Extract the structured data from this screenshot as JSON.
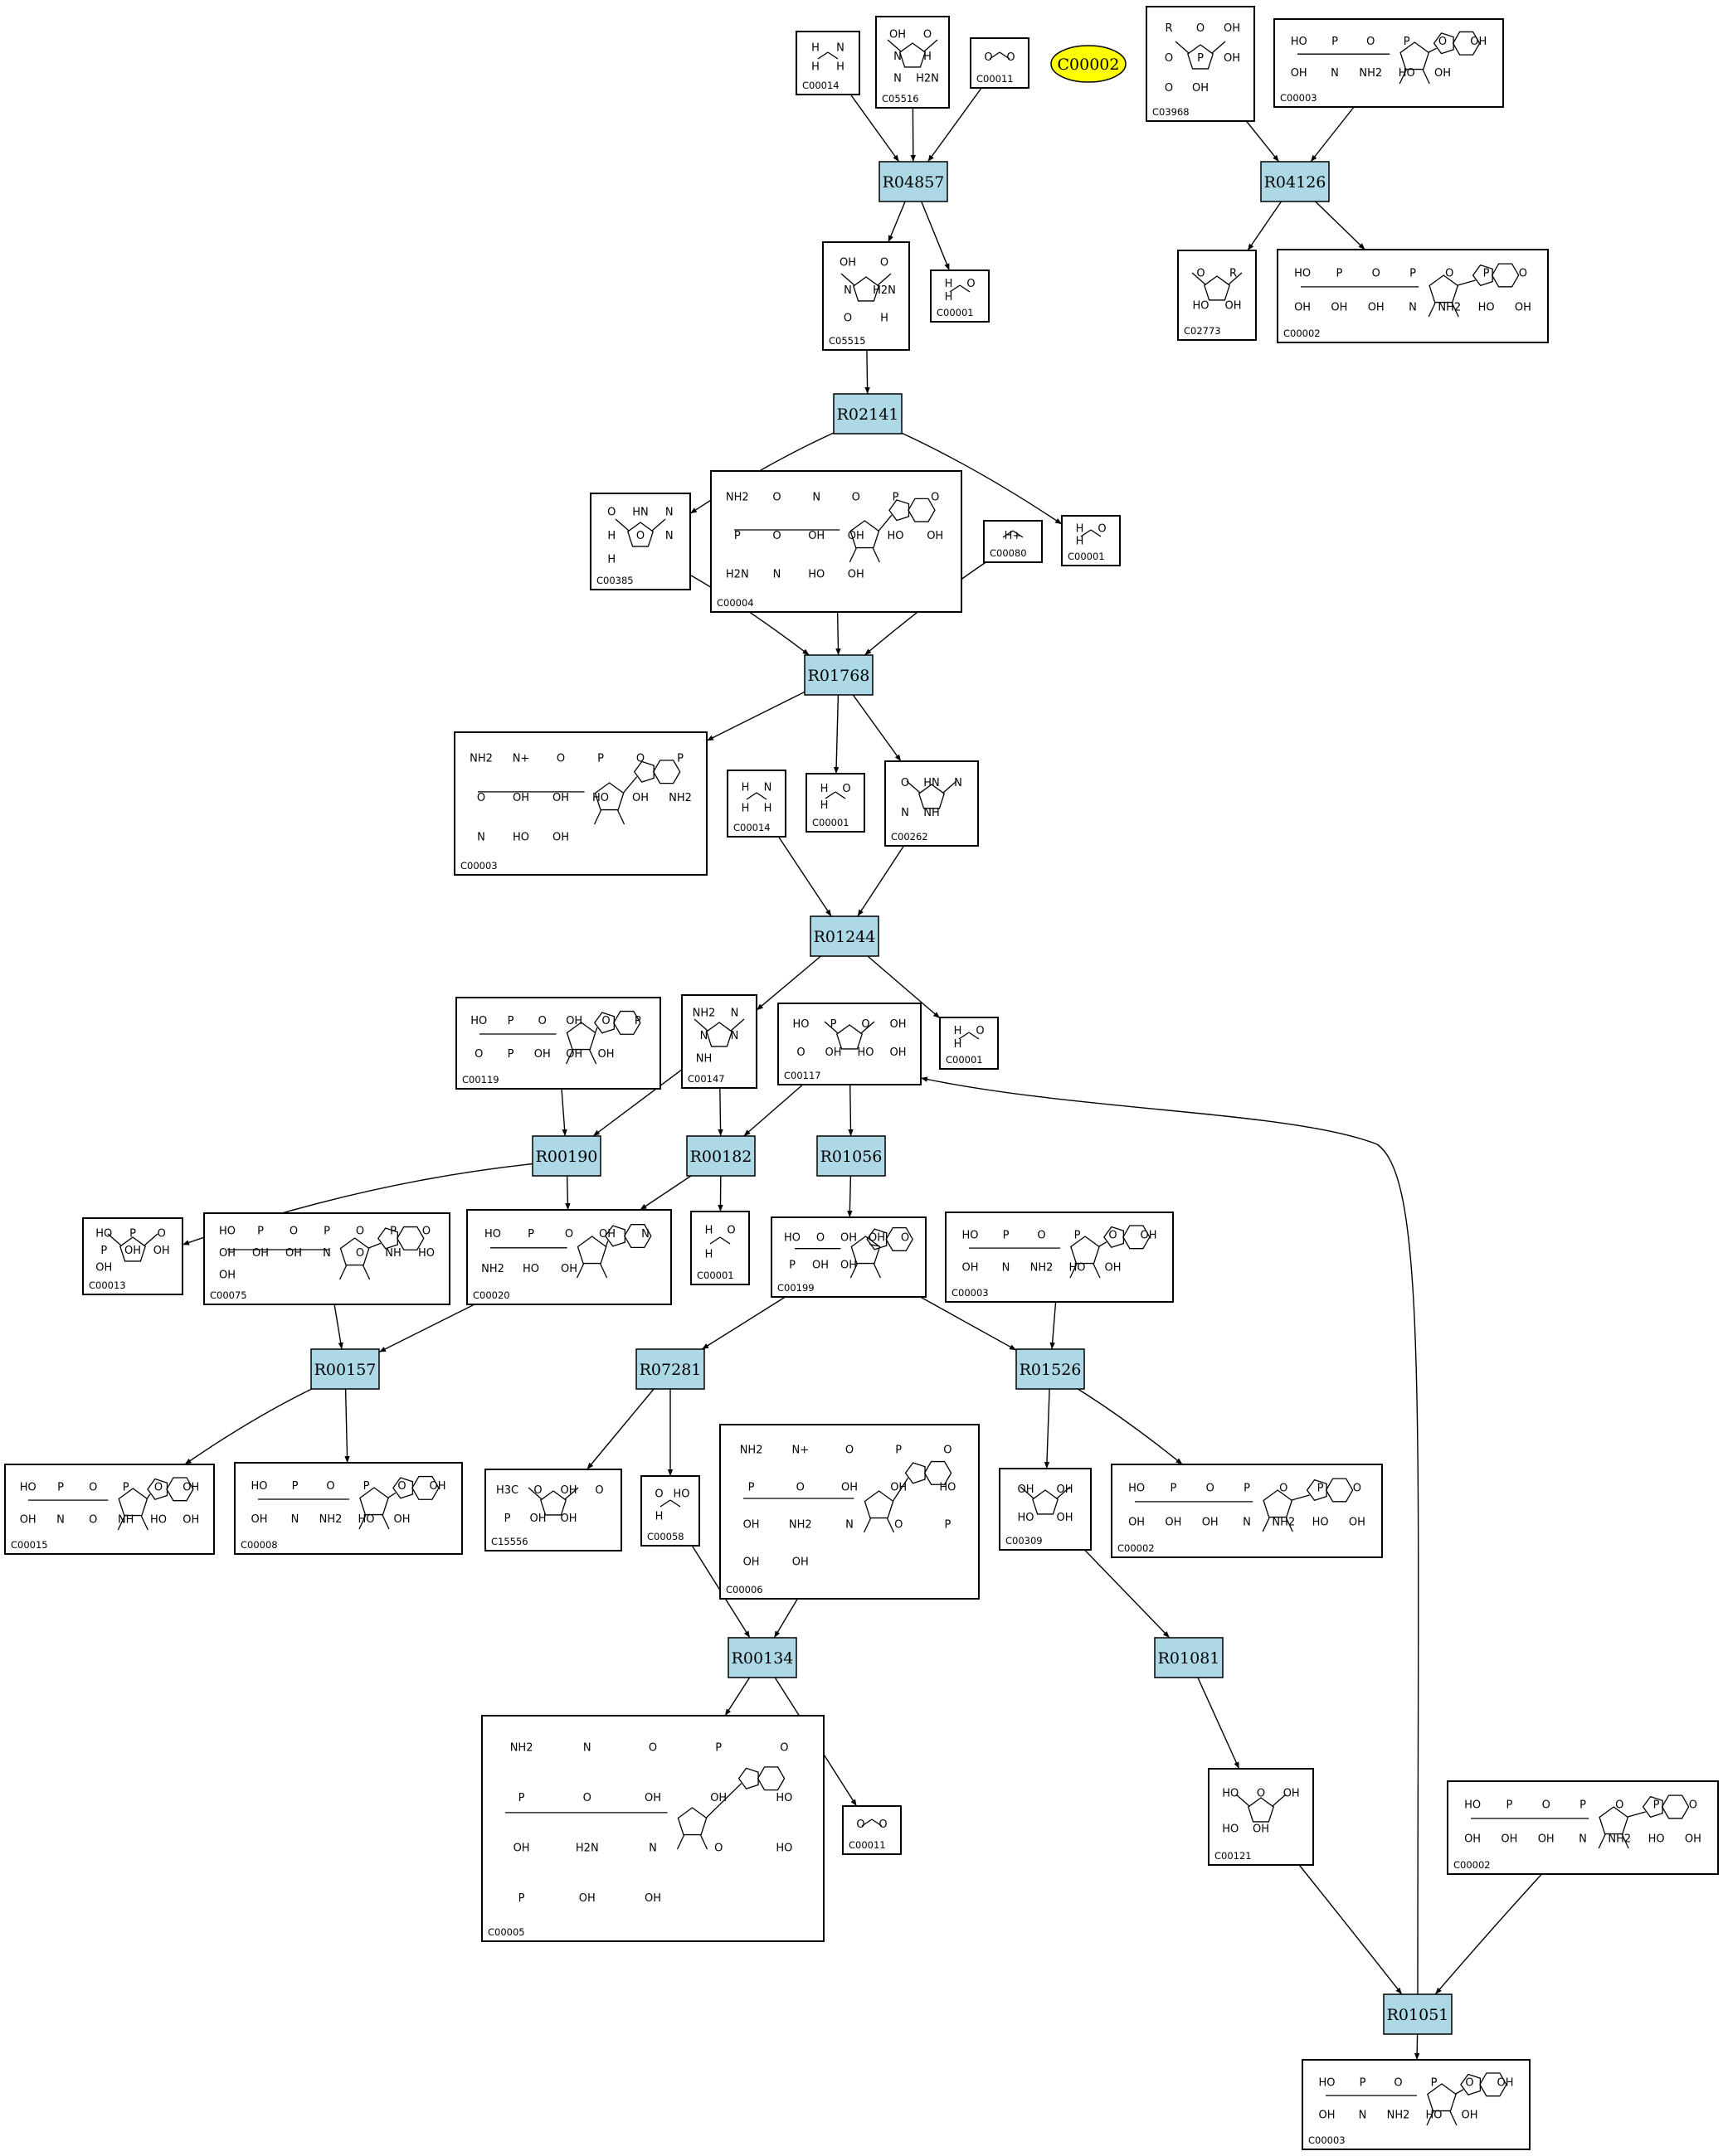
{
  "highlight": {
    "id": "C00002",
    "color": "#ffff00"
  },
  "reaction_color": "#add8e6",
  "reactions": [
    {
      "key": "r04857",
      "id": "R04857"
    },
    {
      "key": "r04126",
      "id": "R04126"
    },
    {
      "key": "r02141",
      "id": "R02141"
    },
    {
      "key": "r01768",
      "id": "R01768"
    },
    {
      "key": "r01244",
      "id": "R01244"
    },
    {
      "key": "r00190",
      "id": "R00190"
    },
    {
      "key": "r00182",
      "id": "R00182"
    },
    {
      "key": "r01056",
      "id": "R01056"
    },
    {
      "key": "r00157",
      "id": "R00157"
    },
    {
      "key": "r07281",
      "id": "R07281"
    },
    {
      "key": "r01526",
      "id": "R01526"
    },
    {
      "key": "r00134",
      "id": "R00134"
    },
    {
      "key": "r01081",
      "id": "R01081"
    },
    {
      "key": "r01051",
      "id": "R01051"
    }
  ],
  "compounds": [
    {
      "key": "c00014a",
      "id": "C00014",
      "atoms": [
        "H",
        "N",
        "H",
        "H"
      ]
    },
    {
      "key": "c05516",
      "id": "C05516",
      "atoms": [
        "OH",
        "O",
        "N",
        "H",
        "N",
        "H2N"
      ]
    },
    {
      "key": "c00011a",
      "id": "C00011",
      "atoms": [
        "O",
        "O"
      ]
    },
    {
      "key": "c03968",
      "id": "C03968",
      "atoms": [
        "R",
        "O",
        "OH",
        "O",
        "P",
        "OH",
        "O",
        "OH"
      ]
    },
    {
      "key": "c00003a",
      "id": "C00003",
      "atoms": [
        "HO",
        "P",
        "O",
        "P",
        "O",
        "OH",
        "OH",
        "N",
        "NH2",
        "HO",
        "OH"
      ]
    },
    {
      "key": "c05515",
      "id": "C05515",
      "atoms": [
        "OH",
        "O",
        "N",
        "H2N",
        "O",
        "H"
      ]
    },
    {
      "key": "c00001a",
      "id": "C00001",
      "atoms": [
        "H",
        "O",
        "H"
      ]
    },
    {
      "key": "c02773",
      "id": "C02773",
      "atoms": [
        "O",
        "R",
        "HO",
        "OH"
      ]
    },
    {
      "key": "c00002a",
      "id": "C00002",
      "atoms": [
        "HO",
        "P",
        "O",
        "P",
        "O",
        "P",
        "O",
        "OH",
        "OH",
        "OH",
        "N",
        "NH2",
        "HO",
        "OH"
      ]
    },
    {
      "key": "c00385",
      "id": "C00385",
      "atoms": [
        "O",
        "HN",
        "N",
        "H",
        "O",
        "N",
        "H"
      ]
    },
    {
      "key": "c00004",
      "id": "C00004",
      "atoms": [
        "NH2",
        "O",
        "N",
        "O",
        "P",
        "O",
        "P",
        "O",
        "OH",
        "OH",
        "HO",
        "OH",
        "H2N",
        "N",
        "HO",
        "OH"
      ]
    },
    {
      "key": "c00080",
      "id": "C00080",
      "atoms": [
        "H+"
      ]
    },
    {
      "key": "c00001b",
      "id": "C00001",
      "atoms": [
        "H",
        "O",
        "H"
      ]
    },
    {
      "key": "c00003b",
      "id": "C00003",
      "atoms": [
        "NH2",
        "N+",
        "O",
        "P",
        "O",
        "P",
        "O",
        "OH",
        "OH",
        "HO",
        "OH",
        "NH2",
        "N",
        "HO",
        "OH"
      ]
    },
    {
      "key": "c00014b",
      "id": "C00014",
      "atoms": [
        "H",
        "N",
        "H",
        "H"
      ]
    },
    {
      "key": "c00001c",
      "id": "C00001",
      "atoms": [
        "H",
        "O",
        "H"
      ]
    },
    {
      "key": "c00262",
      "id": "C00262",
      "atoms": [
        "O",
        "HN",
        "N",
        "N",
        "NH"
      ]
    },
    {
      "key": "c00001d",
      "id": "C00001",
      "atoms": [
        "H",
        "O",
        "H"
      ]
    },
    {
      "key": "c00119",
      "id": "C00119",
      "atoms": [
        "HO",
        "P",
        "O",
        "OH",
        "O",
        "P",
        "O",
        "P",
        "OH",
        "OH",
        "OH"
      ]
    },
    {
      "key": "c00147",
      "id": "C00147",
      "atoms": [
        "NH2",
        "N",
        "N",
        "N",
        "NH"
      ]
    },
    {
      "key": "c00117",
      "id": "C00117",
      "atoms": [
        "HO",
        "P",
        "O",
        "OH",
        "O",
        "OH",
        "HO",
        "OH"
      ]
    },
    {
      "key": "c00013",
      "id": "C00013",
      "atoms": [
        "HO",
        "P",
        "O",
        "P",
        "OH",
        "OH",
        "OH"
      ]
    },
    {
      "key": "c00075",
      "id": "C00075",
      "atoms": [
        "HO",
        "P",
        "O",
        "P",
        "O",
        "P",
        "O",
        "OH",
        "OH",
        "OH",
        "N",
        "O",
        "NH",
        "HO",
        "OH"
      ]
    },
    {
      "key": "c00020",
      "id": "C00020",
      "atoms": [
        "HO",
        "P",
        "O",
        "OH",
        "N",
        "NH2",
        "HO",
        "OH"
      ]
    },
    {
      "key": "c00001e",
      "id": "C00001",
      "atoms": [
        "H",
        "O",
        "H"
      ]
    },
    {
      "key": "c00199",
      "id": "C00199",
      "atoms": [
        "HO",
        "O",
        "OH",
        "OH",
        "O",
        "P",
        "OH",
        "OH"
      ]
    },
    {
      "key": "c00003c",
      "id": "C00003",
      "atoms": [
        "HO",
        "P",
        "O",
        "P",
        "O",
        "OH",
        "OH",
        "N",
        "NH2",
        "HO",
        "OH"
      ]
    },
    {
      "key": "c00015",
      "id": "C00015",
      "atoms": [
        "HO",
        "P",
        "O",
        "P",
        "O",
        "OH",
        "OH",
        "N",
        "O",
        "NH",
        "HO",
        "OH"
      ]
    },
    {
      "key": "c00008",
      "id": "C00008",
      "atoms": [
        "HO",
        "P",
        "O",
        "P",
        "O",
        "OH",
        "OH",
        "N",
        "NH2",
        "HO",
        "OH"
      ]
    },
    {
      "key": "c15556",
      "id": "C15556",
      "atoms": [
        "H3C",
        "O",
        "OH",
        "O",
        "P",
        "OH",
        "OH"
      ]
    },
    {
      "key": "c00058",
      "id": "C00058",
      "atoms": [
        "O",
        "HO",
        "H"
      ]
    },
    {
      "key": "c00006",
      "id": "C00006",
      "atoms": [
        "NH2",
        "N+",
        "O",
        "P",
        "O",
        "P",
        "O",
        "OH",
        "OH",
        "HO",
        "OH",
        "NH2",
        "N",
        "O",
        "P",
        "OH",
        "OH"
      ]
    },
    {
      "key": "c00309",
      "id": "C00309",
      "atoms": [
        "OH",
        "OH",
        "HO",
        "OH"
      ]
    },
    {
      "key": "c00002b",
      "id": "C00002",
      "atoms": [
        "HO",
        "P",
        "O",
        "P",
        "O",
        "P",
        "O",
        "OH",
        "OH",
        "OH",
        "N",
        "NH2",
        "HO",
        "OH"
      ]
    },
    {
      "key": "c00005",
      "id": "C00005",
      "atoms": [
        "NH2",
        "N",
        "O",
        "P",
        "O",
        "P",
        "O",
        "OH",
        "OH",
        "HO",
        "OH",
        "H2N",
        "N",
        "O",
        "HO",
        "P",
        "OH",
        "OH"
      ]
    },
    {
      "key": "c00011b",
      "id": "C00011",
      "atoms": [
        "O",
        "O"
      ]
    },
    {
      "key": "c00121",
      "id": "C00121",
      "atoms": [
        "HO",
        "O",
        "OH",
        "HO",
        "OH"
      ]
    },
    {
      "key": "c00002c",
      "id": "C00002",
      "atoms": [
        "HO",
        "P",
        "O",
        "P",
        "O",
        "P",
        "O",
        "OH",
        "OH",
        "OH",
        "N",
        "NH2",
        "HO",
        "OH"
      ]
    },
    {
      "key": "c00003d",
      "id": "C00003",
      "atoms": [
        "HO",
        "P",
        "O",
        "P",
        "O",
        "OH",
        "OH",
        "N",
        "NH2",
        "HO",
        "OH"
      ]
    }
  ]
}
